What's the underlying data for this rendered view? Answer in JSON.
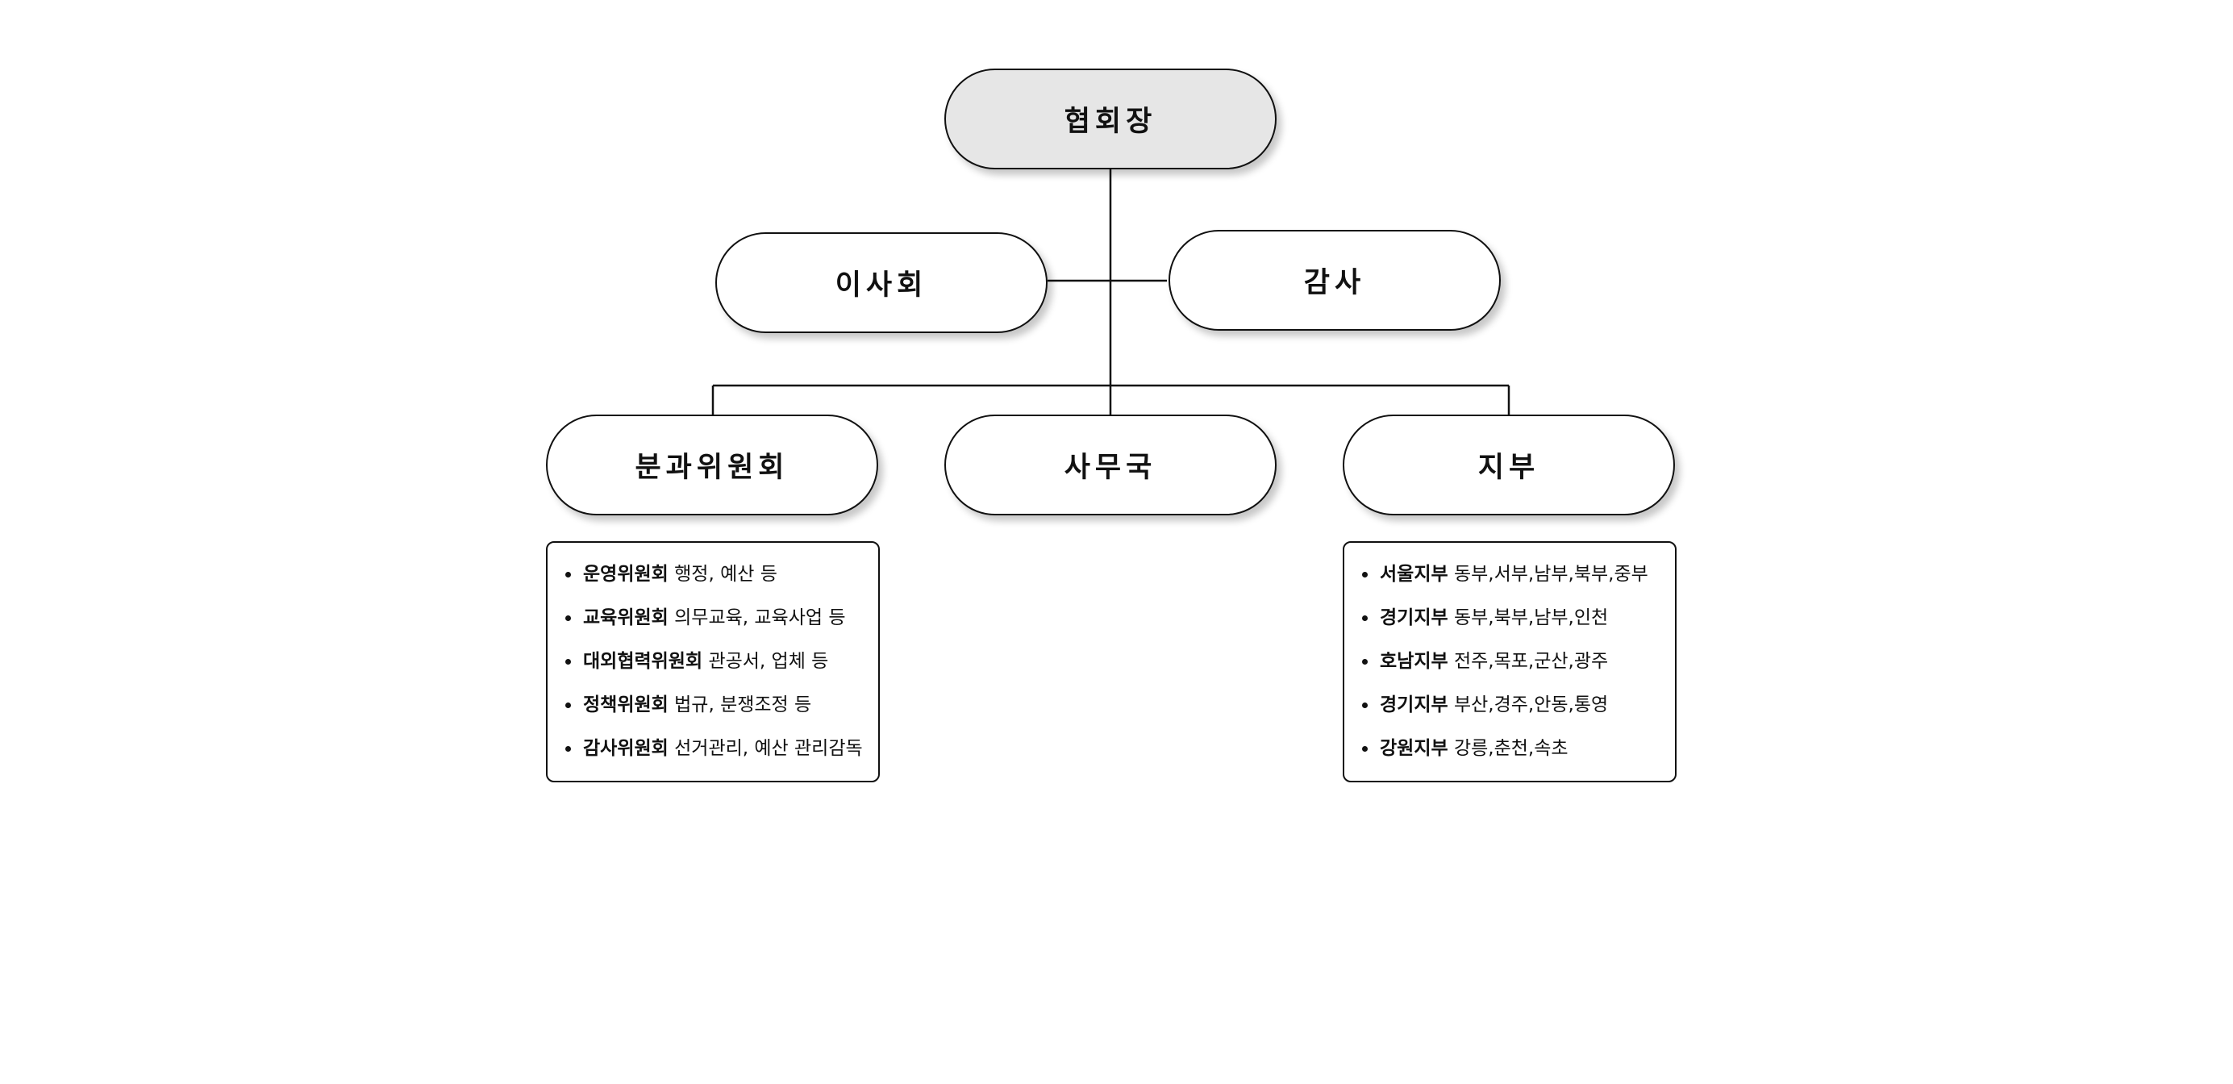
{
  "nodes": {
    "president": "협회장",
    "board": "이사회",
    "audit": "감사",
    "committees": "분과위원회",
    "secretariat": "사무국",
    "branches": "지부"
  },
  "committee_list": [
    {
      "name": "운영위원회",
      "desc": "행정, 예산 등"
    },
    {
      "name": "교육위원회",
      "desc": "의무교육, 교육사업 등"
    },
    {
      "name": "대외협력위원회",
      "desc": "관공서, 업체 등"
    },
    {
      "name": "정책위원회",
      "desc": "법규, 분쟁조정 등"
    },
    {
      "name": "감사위원회",
      "desc": "선거관리, 예산 관리감독"
    }
  ],
  "branch_list": [
    {
      "name": "서울지부",
      "desc": "동부,서부,남부,북부,중부"
    },
    {
      "name": "경기지부",
      "desc": "동부,북부,남부,인천"
    },
    {
      "name": "호남지부",
      "desc": "전주,목포,군산,광주"
    },
    {
      "name": "경기지부",
      "desc": "부산,경주,안동,통영"
    },
    {
      "name": "강원지부",
      "desc": "강릉,춘천,속초"
    }
  ],
  "colors": {
    "root_fill": "#e6e6e6",
    "node_fill": "#ffffff",
    "line": "#111111"
  }
}
